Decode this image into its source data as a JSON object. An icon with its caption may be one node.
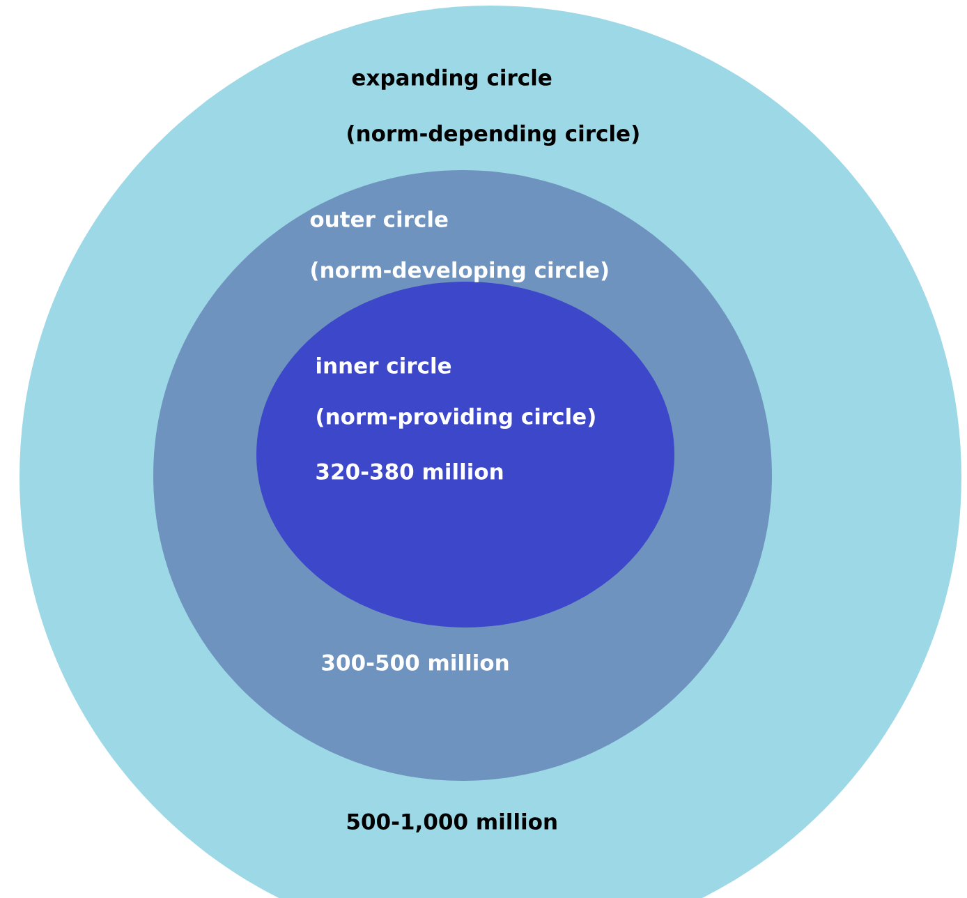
{
  "diagram": {
    "nodes": [
      {
        "text": [
          "expanding circle",
          "(norm-depending circle)",
          "500-1,000 million"
        ]
      },
      {
        "text": [
          "outer circle",
          "(norm-developing circle)",
          "300-500 million"
        ],
        "in": 0
      },
      {
        "text": [
          "inner circle",
          "(norm-providing circle)",
          "320-380 million"
        ],
        "in": 1
      }
    ]
  }
}
